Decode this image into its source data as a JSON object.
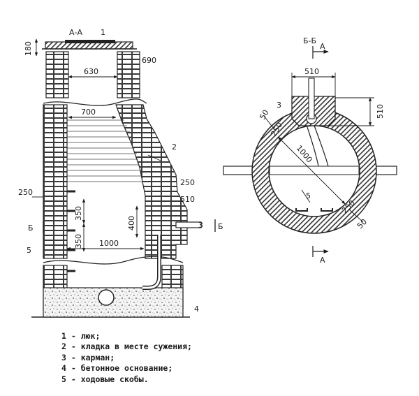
{
  "section_aa": {
    "title": "А-А",
    "dimensions": [
      "180",
      "690",
      "630",
      "700",
      "250",
      "510",
      "250",
      "350",
      "350",
      "400",
      "1000"
    ],
    "callouts": [
      "1",
      "2",
      "3",
      "4",
      "5"
    ],
    "section_marks": [
      "Б",
      "Б"
    ]
  },
  "section_bb": {
    "title": "Б-Б",
    "marks": [
      "А",
      "А"
    ],
    "dimensions": [
      "510",
      "510",
      "50",
      "250",
      "1000",
      "250",
      "50"
    ],
    "callouts": [
      "3",
      "5"
    ]
  },
  "legend": [
    "1 - люк;",
    "2 - кладка в месте сужения;",
    "3 - карман;",
    "4 - бетонное основание;",
    "5 - ходовые скобы."
  ]
}
